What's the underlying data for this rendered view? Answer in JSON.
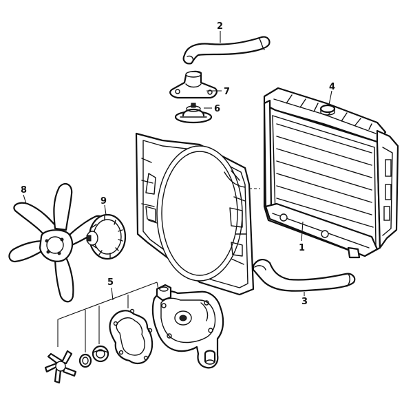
{
  "callouts": {
    "radiator": "1",
    "upper_hose": "2",
    "lower_hose": "3",
    "radiator_cap": "4",
    "water_pump_group": "5",
    "thermostat": "6",
    "thermostat_housing": "7",
    "fan_blade": "8",
    "fan_clutch": "9"
  },
  "colors": {
    "line": "#111111",
    "background": "#ffffff"
  }
}
